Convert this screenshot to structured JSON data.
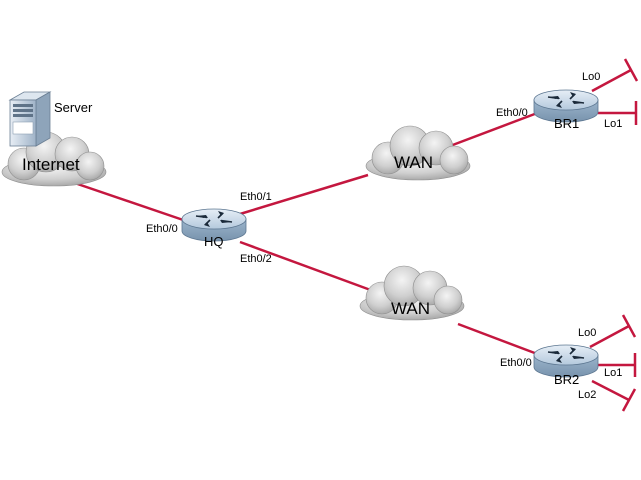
{
  "nodes": {
    "server": {
      "label": "Server"
    },
    "internet": {
      "label": "Internet"
    },
    "hq": {
      "label": "HQ"
    },
    "wan_top": {
      "label": "WAN"
    },
    "wan_bottom": {
      "label": "WAN"
    },
    "br1": {
      "label": "BR1"
    },
    "br2": {
      "label": "BR2"
    }
  },
  "interfaces": {
    "hq_eth0_0": "Eth0/0",
    "hq_eth0_1": "Eth0/1",
    "hq_eth0_2": "Eth0/2",
    "br1_eth0_0": "Eth0/0",
    "br1_lo0": "Lo0",
    "br1_lo1": "Lo1",
    "br2_eth0_0": "Eth0/0",
    "br2_lo0": "Lo0",
    "br2_lo1": "Lo1",
    "br2_lo2": "Lo2"
  },
  "colors": {
    "link": "#c4173f",
    "cloud": "#c8c8c8",
    "router": "#a9c4dc"
  }
}
